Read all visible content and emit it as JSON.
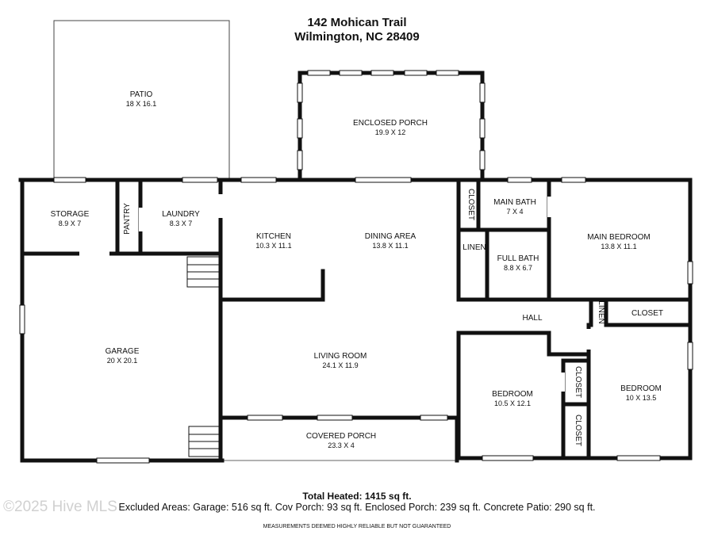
{
  "header": {
    "address_line1": "142 Mohican Trail",
    "address_line2": "Wilmington, NC 28409"
  },
  "rooms": [
    {
      "id": "patio",
      "name": "PATIO",
      "dims": "18 X 16.1"
    },
    {
      "id": "enclosed-porch",
      "name": "ENCLOSED PORCH",
      "dims": "19.9 X 12"
    },
    {
      "id": "storage",
      "name": "STORAGE",
      "dims": "8.9 X 7"
    },
    {
      "id": "pantry",
      "name": "PANTRY",
      "dims": ""
    },
    {
      "id": "laundry",
      "name": "LAUNDRY",
      "dims": "8.3 X 7"
    },
    {
      "id": "kitchen",
      "name": "KITCHEN",
      "dims": "10.3 X 11.1"
    },
    {
      "id": "dining-area",
      "name": "DINING AREA",
      "dims": "13.8 X 11.1"
    },
    {
      "id": "closet-1",
      "name": "CLOSET",
      "dims": ""
    },
    {
      "id": "main-bath",
      "name": "MAIN BATH",
      "dims": "7 X 4"
    },
    {
      "id": "linen-1",
      "name": "LINEN",
      "dims": ""
    },
    {
      "id": "full-bath",
      "name": "FULL BATH",
      "dims": "8.8 X 6.7"
    },
    {
      "id": "main-bedroom",
      "name": "MAIN BEDROOM",
      "dims": "13.8 X 11.1"
    },
    {
      "id": "linen-2",
      "name": "LINEN",
      "dims": ""
    },
    {
      "id": "closet-2",
      "name": "CLOSET",
      "dims": ""
    },
    {
      "id": "hall",
      "name": "HALL",
      "dims": ""
    },
    {
      "id": "garage",
      "name": "GARAGE",
      "dims": "20 X 20.1"
    },
    {
      "id": "living-room",
      "name": "LIVING ROOM",
      "dims": "24.1 X 11.9"
    },
    {
      "id": "bedroom-1",
      "name": "BEDROOM",
      "dims": "10.5 X 12.1"
    },
    {
      "id": "closet-3",
      "name": "CLOSET",
      "dims": ""
    },
    {
      "id": "closet-4",
      "name": "CLOSET",
      "dims": ""
    },
    {
      "id": "bedroom-2",
      "name": "BEDROOM",
      "dims": "10 X 13.5"
    },
    {
      "id": "covered-porch",
      "name": "COVERED PORCH",
      "dims": "23.3 X 4"
    }
  ],
  "footer": {
    "total_heated": "Total Heated: 1415 sq ft.",
    "excluded": "Excluded Areas: Garage: 516 sq ft. Cov Porch: 93 sq ft. Enclosed Porch: 239 sq ft. Concrete Patio: 290 sq ft.",
    "disclaimer": "MEASUREMENTS DEEMED HIGHLY RELIABLE BUT NOT GUARANTEED",
    "watermark": "©2025 Hive MLS"
  }
}
